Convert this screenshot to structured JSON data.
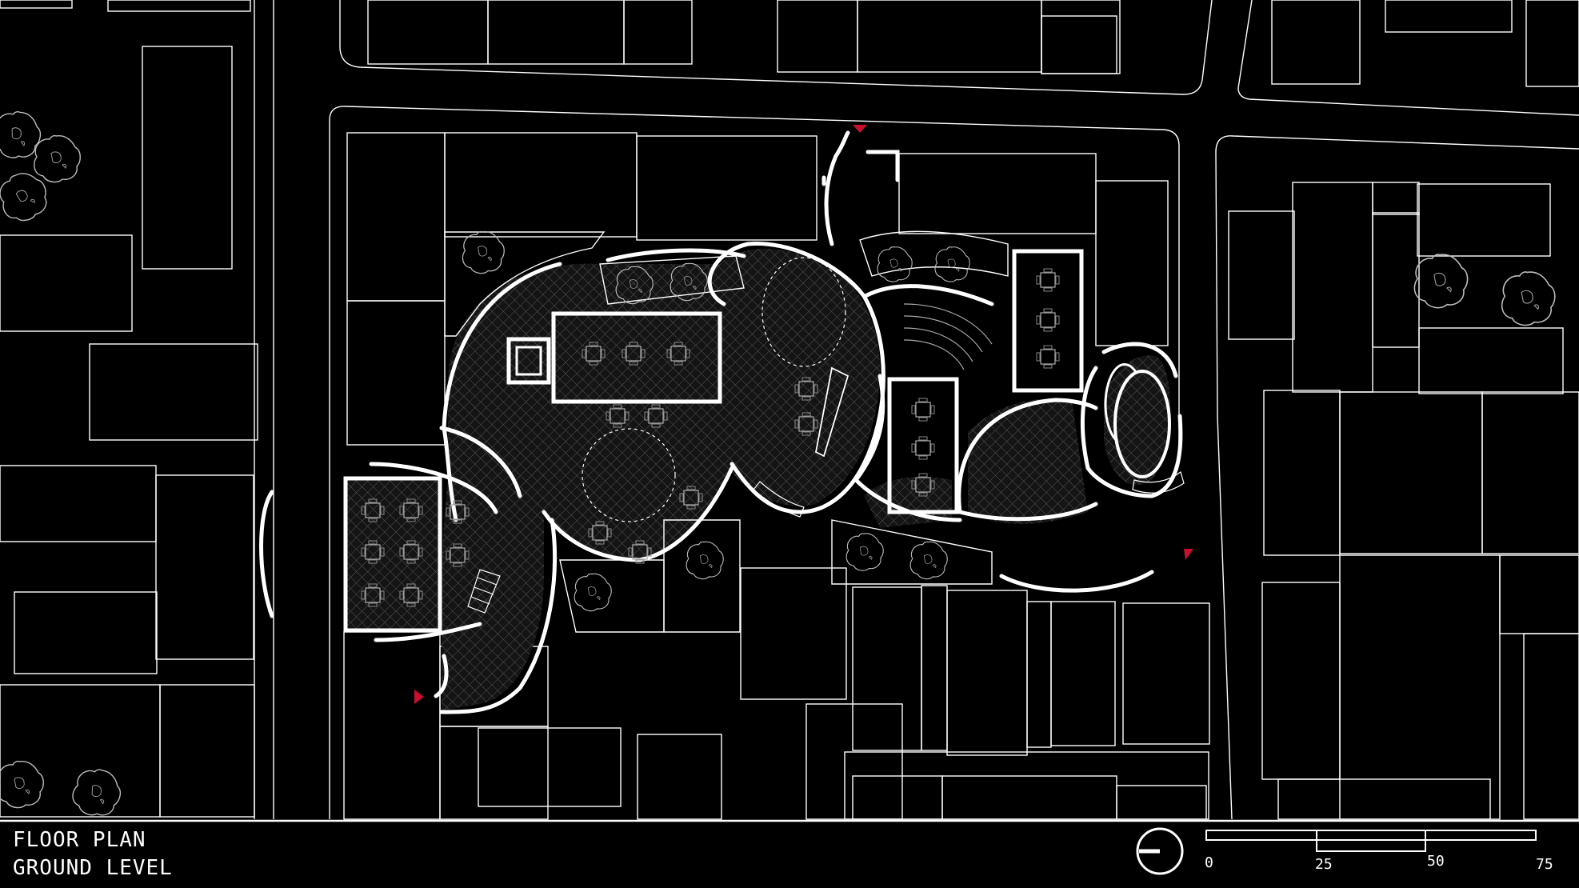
{
  "title": {
    "line1": "FLOOR PLAN",
    "line2": "GROUND LEVEL"
  },
  "scale_bar": {
    "ticks": [
      "0",
      "25",
      "50",
      "75"
    ]
  },
  "icons": {
    "north_arrow": "north-arrow-icon",
    "entrance_marker": "entrance-triangle-icon"
  },
  "colors": {
    "background": "#000000",
    "linework": "#ffffff",
    "entrance": "#c8102e"
  }
}
